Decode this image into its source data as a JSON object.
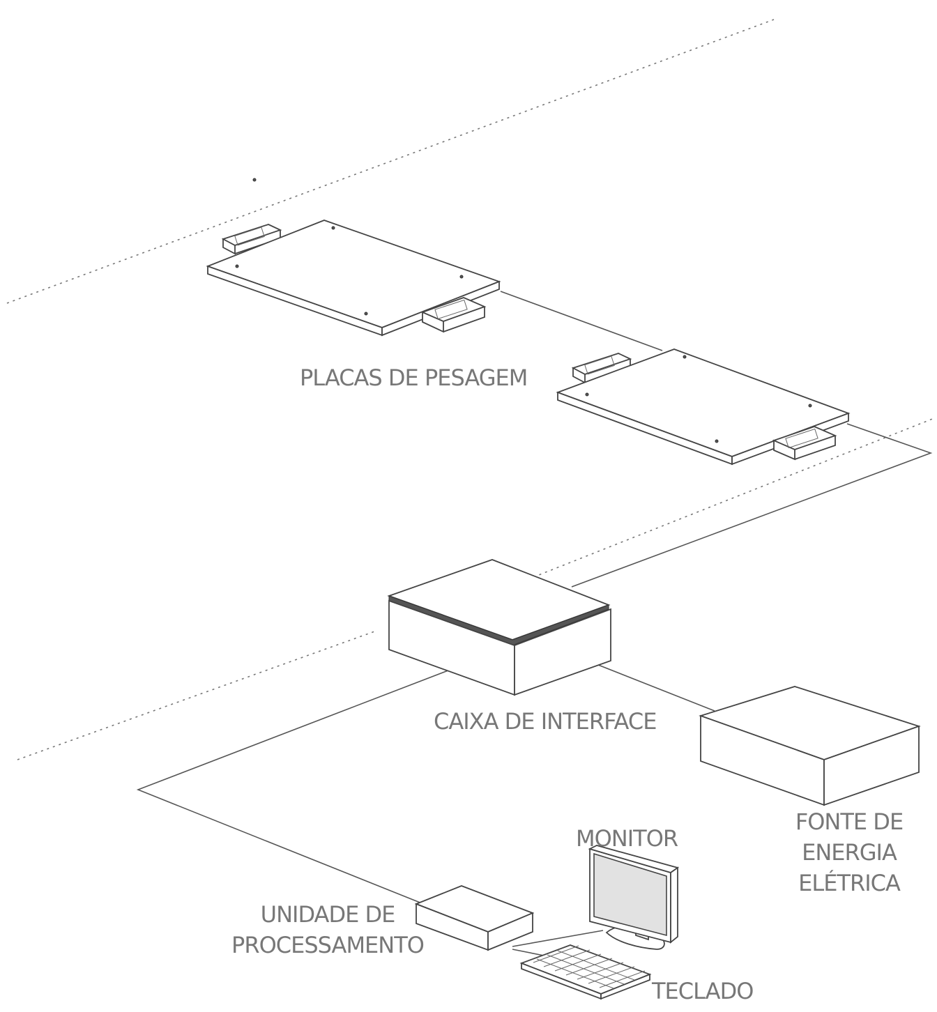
{
  "labels": {
    "weighing_plates": "PLACAS DE PESAGEM",
    "interface_box": "CAIXA DE INTERFACE",
    "power_source": [
      "FONTE DE",
      "ENERGIA",
      "ELÉTRICA"
    ],
    "monitor": "MONITOR",
    "processing_unit": [
      "UNIDADE DE",
      "PROCESSAMENTO"
    ],
    "keyboard": "TECLADO"
  }
}
